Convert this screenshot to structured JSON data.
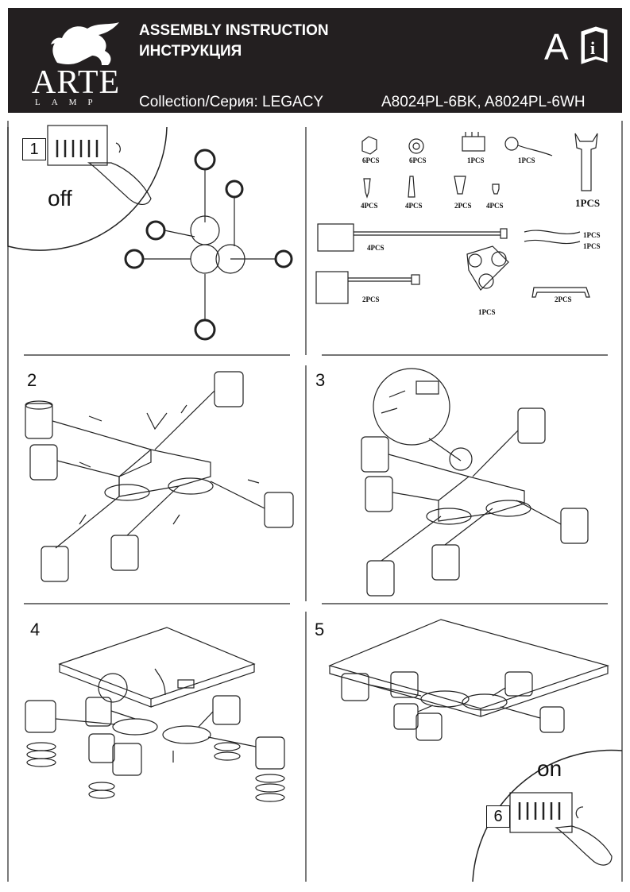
{
  "header": {
    "brand": "ARTE",
    "brand_sub": "LAMP",
    "title": "ASSEMBLY INSTRUCTION",
    "title_ru": "ИНСТРУКЦИЯ",
    "collection": "Collection/Серия: LEGACY",
    "models": "A8024PL-6BK, A8024PL-6WH",
    "letter": "A"
  },
  "steps": {
    "s1": "1",
    "s1_word": "off",
    "s2": "2",
    "s3": "3",
    "s4": "4",
    "s5": "5",
    "s6": "6",
    "s6_word": "on"
  },
  "parts": {
    "nut": "6PCS",
    "washer": "6PCS",
    "terminal": "1PCS",
    "hook": "1PCS",
    "wrench": "1PCS",
    "screw": "4PCS",
    "anchor": "4PCS",
    "cap": "2PCS",
    "bolt": "4PCS",
    "arm_long": "4PCS",
    "arm_short": "2PCS",
    "wire1": "1PCS",
    "wire2": "1PCS",
    "body": "1PCS",
    "bracket": "2PCS"
  },
  "colors": {
    "header_bg": "#231f20",
    "line": "#222222"
  }
}
